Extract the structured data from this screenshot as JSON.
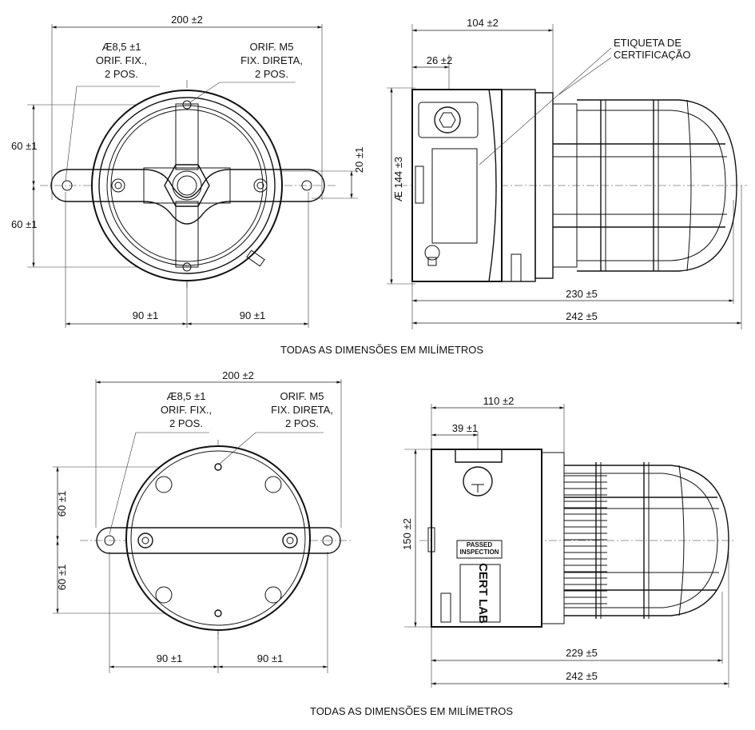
{
  "top": {
    "front": {
      "overall_width": "200 ±2",
      "hole_note": [
        "Æ8,5 ±1",
        "ORIF. FIX.,",
        "2 POS."
      ],
      "screw_note": [
        "ORIF. M5",
        "FIX. DIRETA,",
        "2 POS."
      ],
      "upper_height": "60 ±1",
      "lower_height": "60 ±1",
      "bracket_offset": "20 ±1",
      "left_half": "90 ±1",
      "right_half": "90 ±1"
    },
    "side": {
      "housing_depth": "104 ±2",
      "port_offset": "26 ±2",
      "diameter": "Æ 144 ±3",
      "cage_length": "230 ±5",
      "total_length": "242 ±5",
      "cert_label": [
        "ETIQUETA DE",
        "CERTIFICAÇÃO"
      ]
    },
    "caption": "TODAS AS DIMENSÕES EM MILÍMETROS"
  },
  "bottom": {
    "front": {
      "overall_width": "200 ±2",
      "hole_note": [
        "Æ8,5 ±1",
        "ORIF. FIX.,",
        "2 POS."
      ],
      "screw_note": [
        "ORIF. M5",
        "FIX. DIRETA,",
        "2 POS."
      ],
      "upper_height": "60 ±1",
      "lower_height": "60 ±1",
      "left_half": "90 ±1",
      "right_half": "90 ±1"
    },
    "side": {
      "housing_depth": "110 ±2",
      "port_offset": "39 ±1",
      "height": "150 ±2",
      "cage_length": "229 ±5",
      "total_length": "242 ±5",
      "plate_text": [
        "PASSED",
        "INSPECTION"
      ],
      "cert_mark": "CERT LAB"
    },
    "caption": "TODAS AS DIMENSÕES EM MILÍMETROS"
  }
}
